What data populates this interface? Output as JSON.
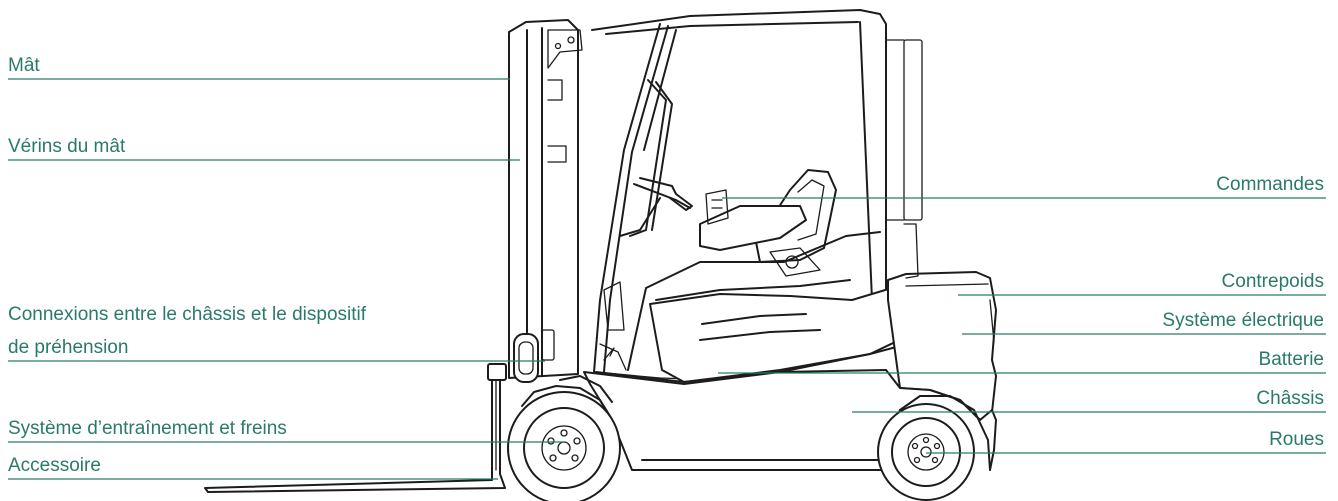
{
  "labels_left": {
    "mat": "Mât",
    "verins": "Vérins du mât",
    "connexions_1": "Connexions entre le châssis et le dispositif",
    "connexions_2": "de préhension",
    "entrainement": "Système d’entraînement et freins",
    "accessoire": "Accessoire"
  },
  "labels_right": {
    "commandes": "Commandes",
    "contrepoids": "Contrepoids",
    "electrique": "Système électrique",
    "batterie": "Batterie",
    "chassis": "Châssis",
    "roues": "Roues"
  },
  "colors": {
    "accent": "#2a7a6b",
    "ink": "#1c1c1c",
    "background": "#ffffff"
  }
}
